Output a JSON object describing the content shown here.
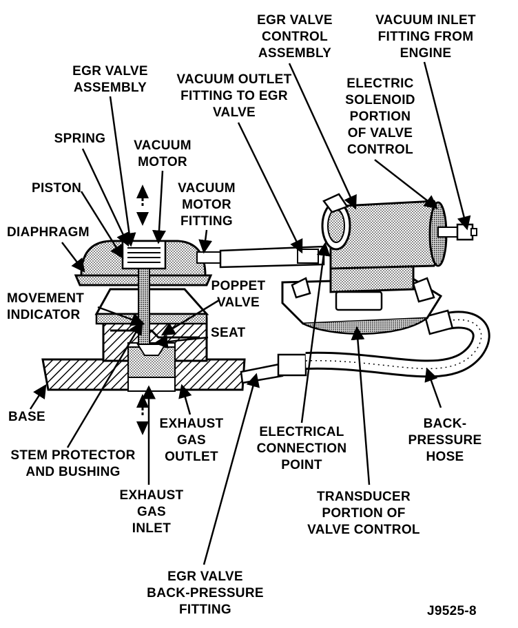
{
  "labels": {
    "egr_valve_assembly": [
      "EGR VALVE",
      "ASSEMBLY"
    ],
    "spring": [
      "SPRING"
    ],
    "vacuum_motor": [
      "VACUUM",
      "MOTOR"
    ],
    "piston": [
      "PISTON"
    ],
    "vacuum_motor_fitting": [
      "VACUUM",
      "MOTOR",
      "FITTING"
    ],
    "diaphragm": [
      "DIAPHRAGM"
    ],
    "vacuum_outlet_fitting": [
      "VACUUM OUTLET",
      "FITTING TO EGR",
      "VALVE"
    ],
    "egr_valve_control_assembly": [
      "EGR VALVE",
      "CONTROL",
      "ASSEMBLY"
    ],
    "vacuum_inlet_fitting": [
      "VACUUM INLET",
      "FITTING FROM",
      "ENGINE"
    ],
    "electric_solenoid": [
      "ELECTRIC",
      "SOLENOID",
      "PORTION",
      "OF VALVE",
      "CONTROL"
    ],
    "movement_indicator": [
      "MOVEMENT",
      "INDICATOR"
    ],
    "poppet_valve": [
      "POPPET",
      "VALVE"
    ],
    "seat": [
      "SEAT"
    ],
    "base": [
      "BASE"
    ],
    "exhaust_gas_outlet": [
      "EXHAUST",
      "GAS",
      "OUTLET"
    ],
    "stem_protector": [
      "STEM PROTECTOR",
      "AND BUSHING"
    ],
    "exhaust_gas_inlet": [
      "EXHAUST",
      "GAS",
      "INLET"
    ],
    "electrical_connection_point": [
      "ELECTRICAL",
      "CONNECTION",
      "POINT"
    ],
    "back_pressure_hose": [
      "BACK-",
      "PRESSURE",
      "HOSE"
    ],
    "transducer": [
      "TRANSDUCER",
      "PORTION OF",
      "VALVE CONTROL"
    ],
    "egr_back_pressure_fitting": [
      "EGR VALVE",
      "BACK-PRESSURE",
      "FITTING"
    ],
    "figure_id": [
      "J9525-8"
    ]
  }
}
